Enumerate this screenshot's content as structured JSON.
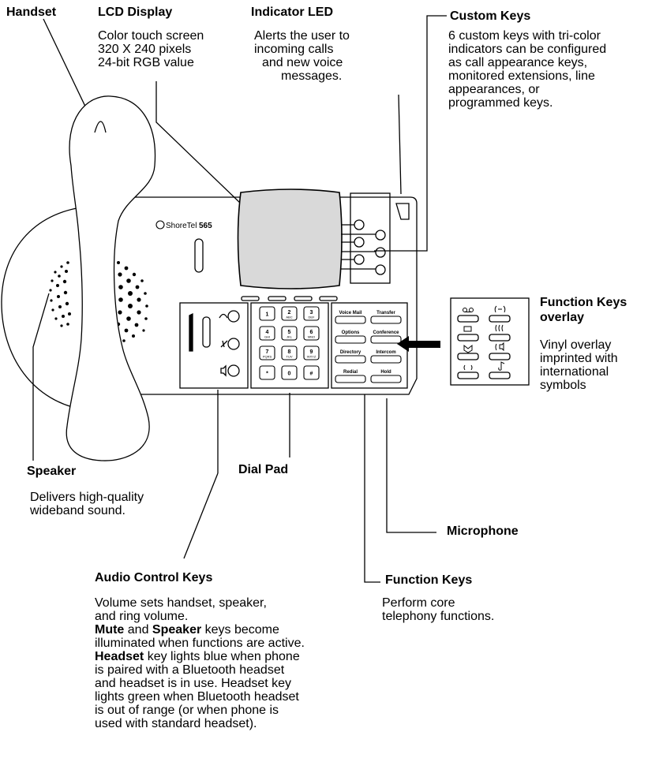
{
  "labels": {
    "handset": "Handset",
    "lcd": {
      "title": "LCD Display",
      "lines": [
        "Color touch screen",
        "320 X 240 pixels",
        "24-bit RGB value"
      ]
    },
    "led": {
      "title": "Indicator LED",
      "lines": [
        "Alerts the user to",
        "incoming calls",
        "and new voice",
        "messages."
      ]
    },
    "custom": {
      "title": "Custom Keys",
      "lines": [
        "6 custom keys with tri-color",
        "indicators can be configured",
        "as call appearance keys,",
        "monitored extensions, line",
        "appearances, or",
        "programmed keys."
      ]
    },
    "overlay": {
      "title_line1": "Function Keys",
      "title_line2": "overlay",
      "lines": [
        "Vinyl overlay",
        "imprinted with",
        "international",
        "symbols"
      ]
    },
    "speaker": {
      "title": "Speaker",
      "lines": [
        "Delivers high-quality",
        "wideband sound."
      ]
    },
    "dialpad": "Dial Pad",
    "microphone": "Microphone",
    "function": {
      "title": "Function Keys",
      "lines": [
        "Perform core",
        "telephony functions."
      ]
    },
    "audio": {
      "title": "Audio Control Keys",
      "l1": "Volume sets handset, speaker,",
      "l2": "and ring volume.",
      "mute": "Mute",
      "and": " and ",
      "speaker": "Speaker",
      "l3rest": " keys become",
      "l4": "illuminated when functions are active.",
      "headset": "Headset",
      "l5rest": " key lights blue when phone",
      "l6": "is paired with a Bluetooth headset",
      "l7": "and headset is in use. Headset key",
      "l8": "lights green when Bluetooth headset",
      "l9": "is out of range (or when phone is",
      "l10": "used with standard headset)."
    }
  },
  "phone": {
    "brand": "ShoreTel",
    "model": "565",
    "function_keys": [
      "Voice Mail",
      "Transfer",
      "Options",
      "Conference",
      "Directory",
      "Intercom",
      "Redial",
      "Hold"
    ],
    "dialpad_keys": [
      {
        "d": "1",
        "s": ""
      },
      {
        "d": "2",
        "s": "ABC"
      },
      {
        "d": "3",
        "s": "DEF"
      },
      {
        "d": "4",
        "s": "GHI"
      },
      {
        "d": "5",
        "s": "JKL"
      },
      {
        "d": "6",
        "s": "MNO"
      },
      {
        "d": "7",
        "s": "PQRS"
      },
      {
        "d": "8",
        "s": "TUV"
      },
      {
        "d": "9",
        "s": "WXYZ"
      },
      {
        "d": "*",
        "s": ""
      },
      {
        "d": "0",
        "s": ""
      },
      {
        "d": "#",
        "s": ""
      }
    ]
  }
}
